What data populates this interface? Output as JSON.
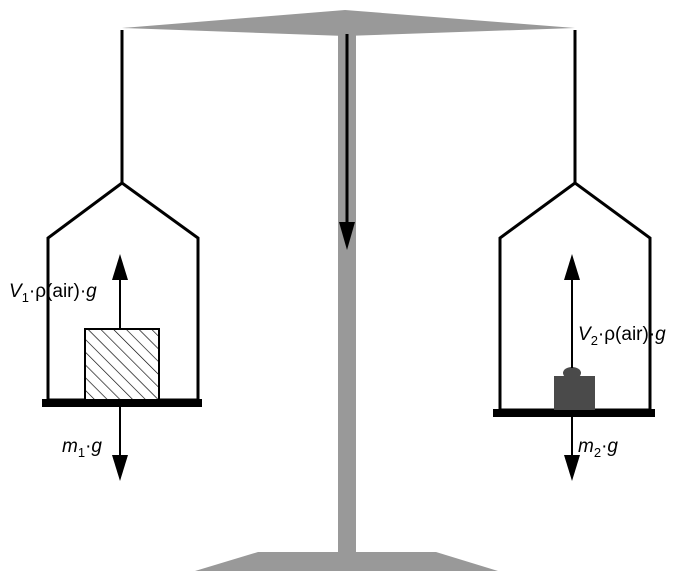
{
  "labels": {
    "left_up": {
      "symbol": "V",
      "sub": "1",
      "rest": "·ρ(air)·",
      "g": "g"
    },
    "left_down": {
      "symbol": "m",
      "sub": "1",
      "rest": "·",
      "g": "g"
    },
    "right_up": {
      "symbol": "V",
      "sub": "2",
      "rest": "·ρ(air)·",
      "g": "g"
    },
    "right_down": {
      "symbol": "m",
      "sub": "2",
      "rest": "·",
      "g": "g"
    }
  },
  "colors": {
    "beam": "#999999",
    "line": "#000000",
    "weight": "#4a4a4a"
  }
}
